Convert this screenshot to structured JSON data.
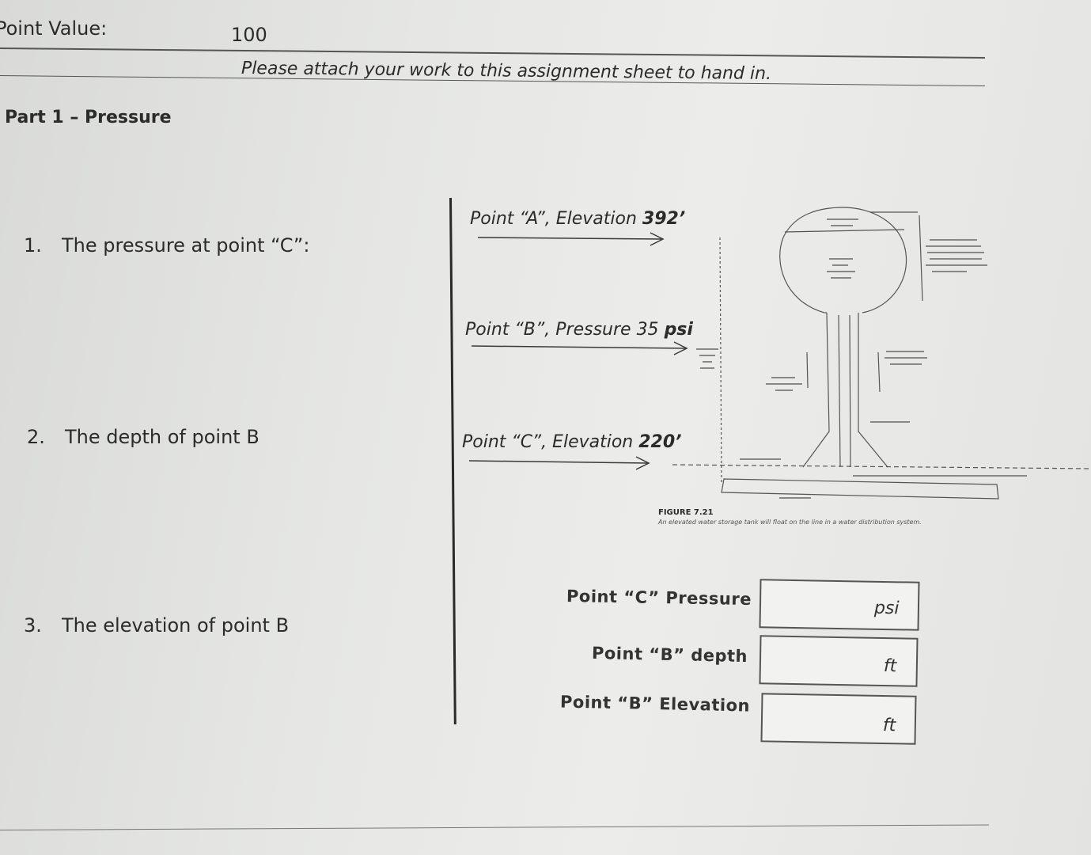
{
  "header": {
    "point_value_label": "Point Value:",
    "point_value": "100",
    "instruction": "Please attach your work to this assignment sheet to hand in."
  },
  "part": {
    "title": "Part 1 – Pressure"
  },
  "questions": [
    {
      "number": "1.",
      "text": "The pressure at point “C”:"
    },
    {
      "number": "2.",
      "text": "The depth of point B"
    },
    {
      "number": "3.",
      "text": "The elevation of point B"
    }
  ],
  "figure": {
    "point_a": {
      "prefix": "Point “A”, Elevation ",
      "value": "392’"
    },
    "point_b": {
      "prefix": "Point “B”, Pressure 35 ",
      "value": "psi"
    },
    "point_c": {
      "prefix": "Point “C”, Elevation ",
      "value": "220’"
    },
    "caption_title": "FIGURE 7.21",
    "caption": "An elevated water storage tank will float on the line in a water distribution system."
  },
  "answers": [
    {
      "label": "Point “C” Pressure",
      "unit": "psi"
    },
    {
      "label": "Point “B” depth",
      "unit": "ft"
    },
    {
      "label": "Point “B” Elevation",
      "unit": "ft"
    }
  ]
}
